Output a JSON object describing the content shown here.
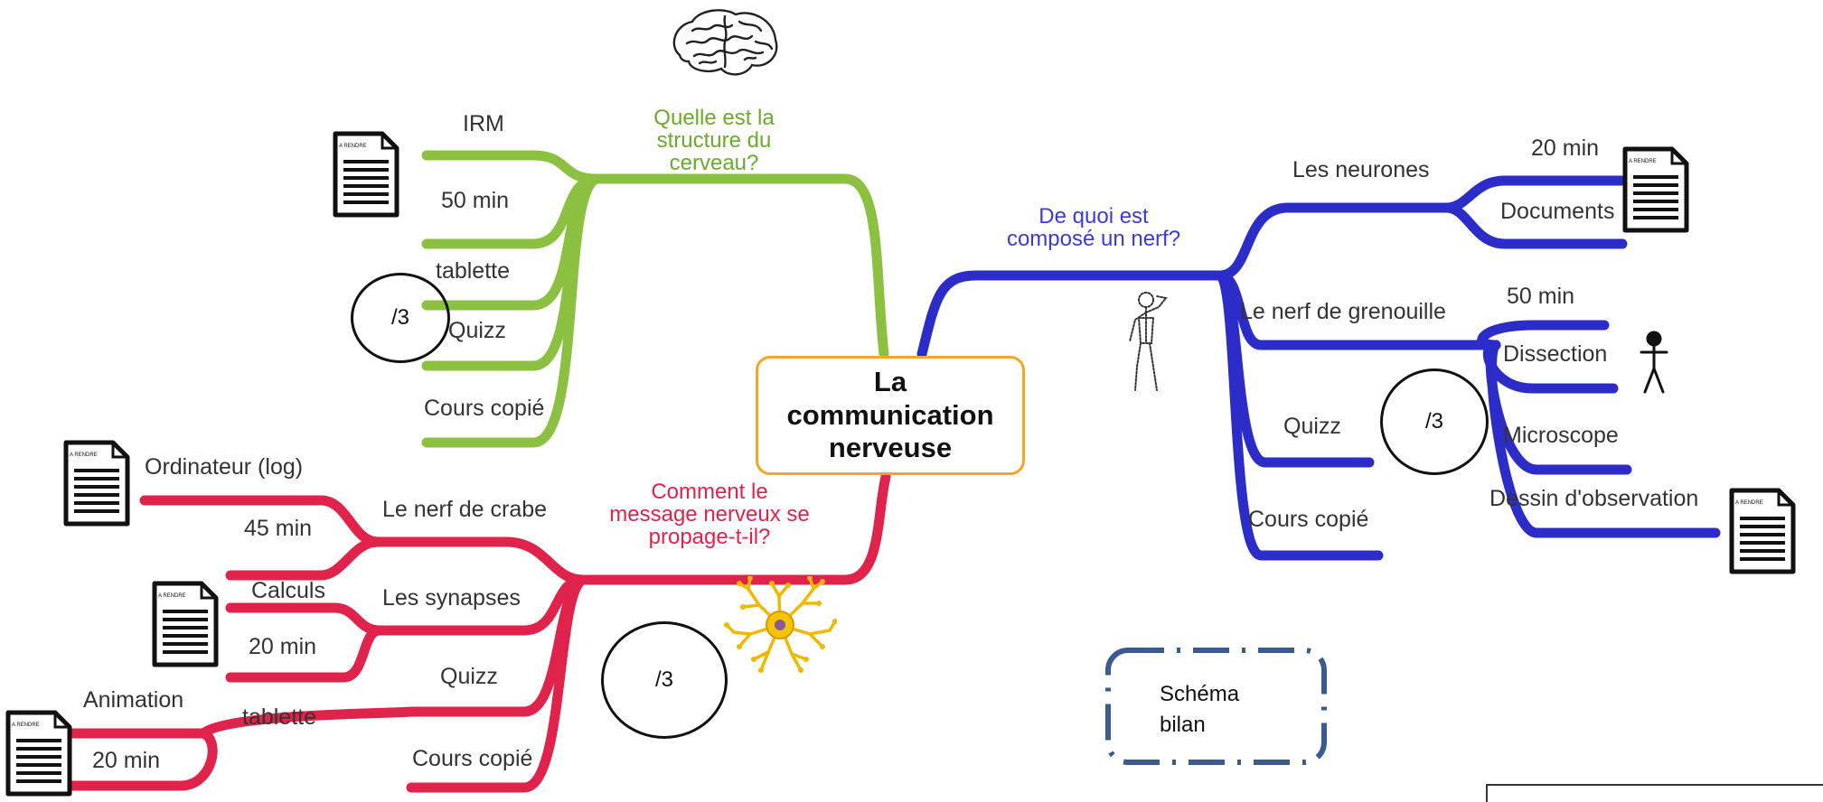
{
  "center": {
    "title": "La\ncommunication\nnerveuse"
  },
  "colors": {
    "green": "#8cc040",
    "blue": "#2c2cc8",
    "red": "#e0234a",
    "orange": "#f5a623"
  },
  "branches": {
    "structure": {
      "question": "Quelle est la\nstructure du\ncerveau?",
      "items": [
        "IRM",
        "50 min",
        "tablette",
        "Quizz",
        "Cours copié"
      ],
      "score": "/3"
    },
    "nerf": {
      "question": "De quoi est\ncomposé un nerf?",
      "neurones": {
        "label": "Les neurones",
        "items": [
          "20 min",
          "Documents"
        ]
      },
      "grenouille": {
        "label": "Le nerf de grenouille",
        "items": [
          "50 min",
          "Dissection",
          "Microscope",
          "Dessin d'observation"
        ]
      },
      "quizz": "Quizz",
      "cours": "Cours copié",
      "score": "/3"
    },
    "propagation": {
      "question": "Comment le\nmessage nerveux se\npropage-t-il?",
      "crabe": {
        "label": "Le nerf de crabe",
        "items": [
          "Ordinateur (log)",
          "45 min"
        ]
      },
      "synapses": {
        "label": "Les synapses",
        "items": [
          "Calculs",
          "20 min",
          "Animation",
          "tablette",
          "20 min"
        ]
      },
      "quizz": "Quizz",
      "cours": "Cours copié",
      "score": "/3"
    }
  },
  "doc_stamp": "A RENDRE",
  "bilan": "Schéma\nbilan",
  "icons": [
    "brain-icon",
    "document-icon",
    "stick-figure-icon",
    "anatomy-figure-icon",
    "neuron-icon"
  ]
}
